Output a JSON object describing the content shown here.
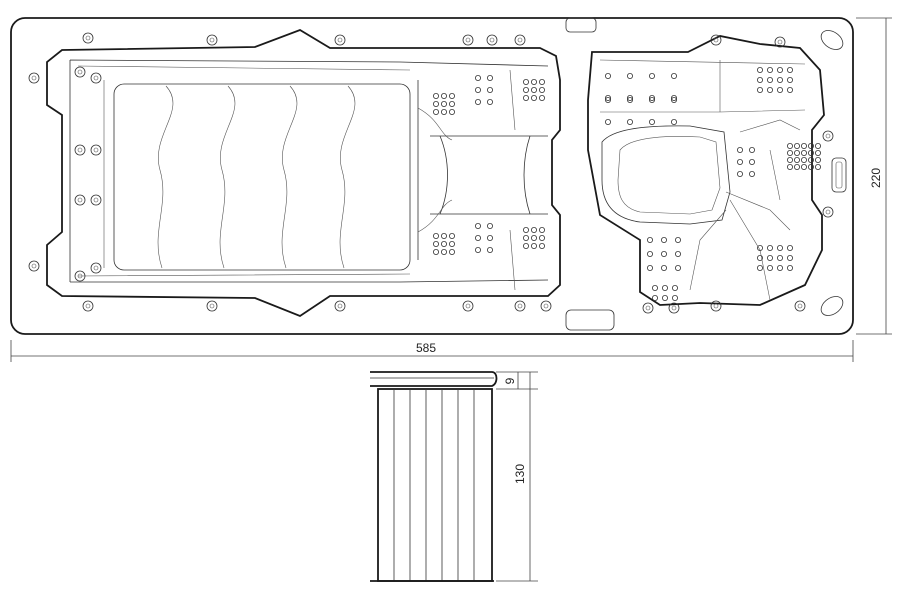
{
  "dimensions": {
    "length": "585",
    "width": "220",
    "height": "130",
    "lip": "9"
  },
  "colors": {
    "line": "#1a1a1a",
    "background": "#ffffff"
  }
}
